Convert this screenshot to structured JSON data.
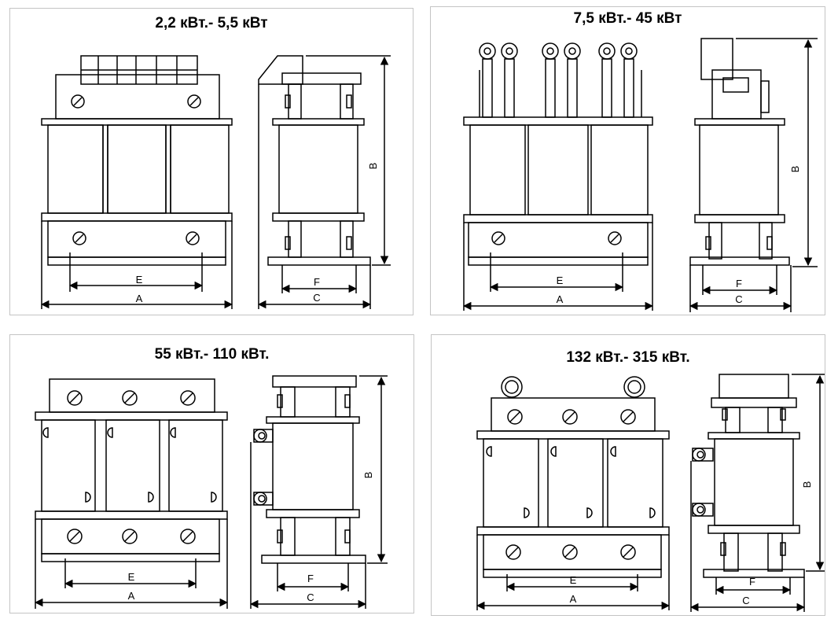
{
  "panels": [
    {
      "title": "2,2 кВт.- 5,5 кВт"
    },
    {
      "title": "7,5 кВт.- 45 кВт"
    },
    {
      "title": "55 кВт.- 110 кВт."
    },
    {
      "title": "132 кВт.- 315 кВт."
    }
  ],
  "dimensions": {
    "a": "A",
    "b": "B",
    "c": "C",
    "e": "E",
    "f": "F"
  },
  "colors": {
    "line": "#000000",
    "panel_border": "#c4c4c4"
  }
}
